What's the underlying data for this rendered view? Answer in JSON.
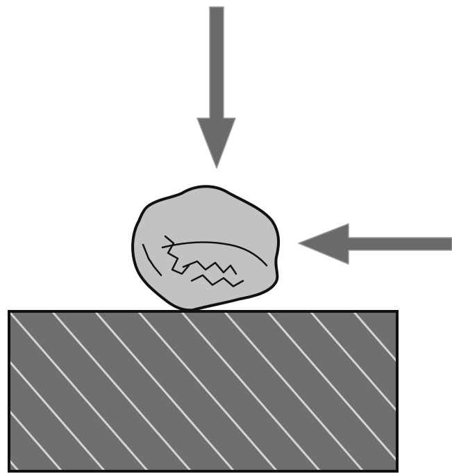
{
  "diagram": {
    "elements": [
      {
        "name": "vertical-force-arrow",
        "direction": "down"
      },
      {
        "name": "horizontal-force-arrow",
        "direction": "left"
      },
      {
        "name": "rock-particle"
      },
      {
        "name": "hatched-surface-block"
      }
    ]
  },
  "colors": {
    "background": "#ffffff",
    "arrow_fill": "#6a6a6a",
    "arrow_halo": "#ffffff",
    "rock_fill": "#c2c2c2",
    "rock_outline": "#111111",
    "block_fill": "#6f6f6f",
    "block_outline": "#111111",
    "hatch": "#d4d4d4"
  }
}
